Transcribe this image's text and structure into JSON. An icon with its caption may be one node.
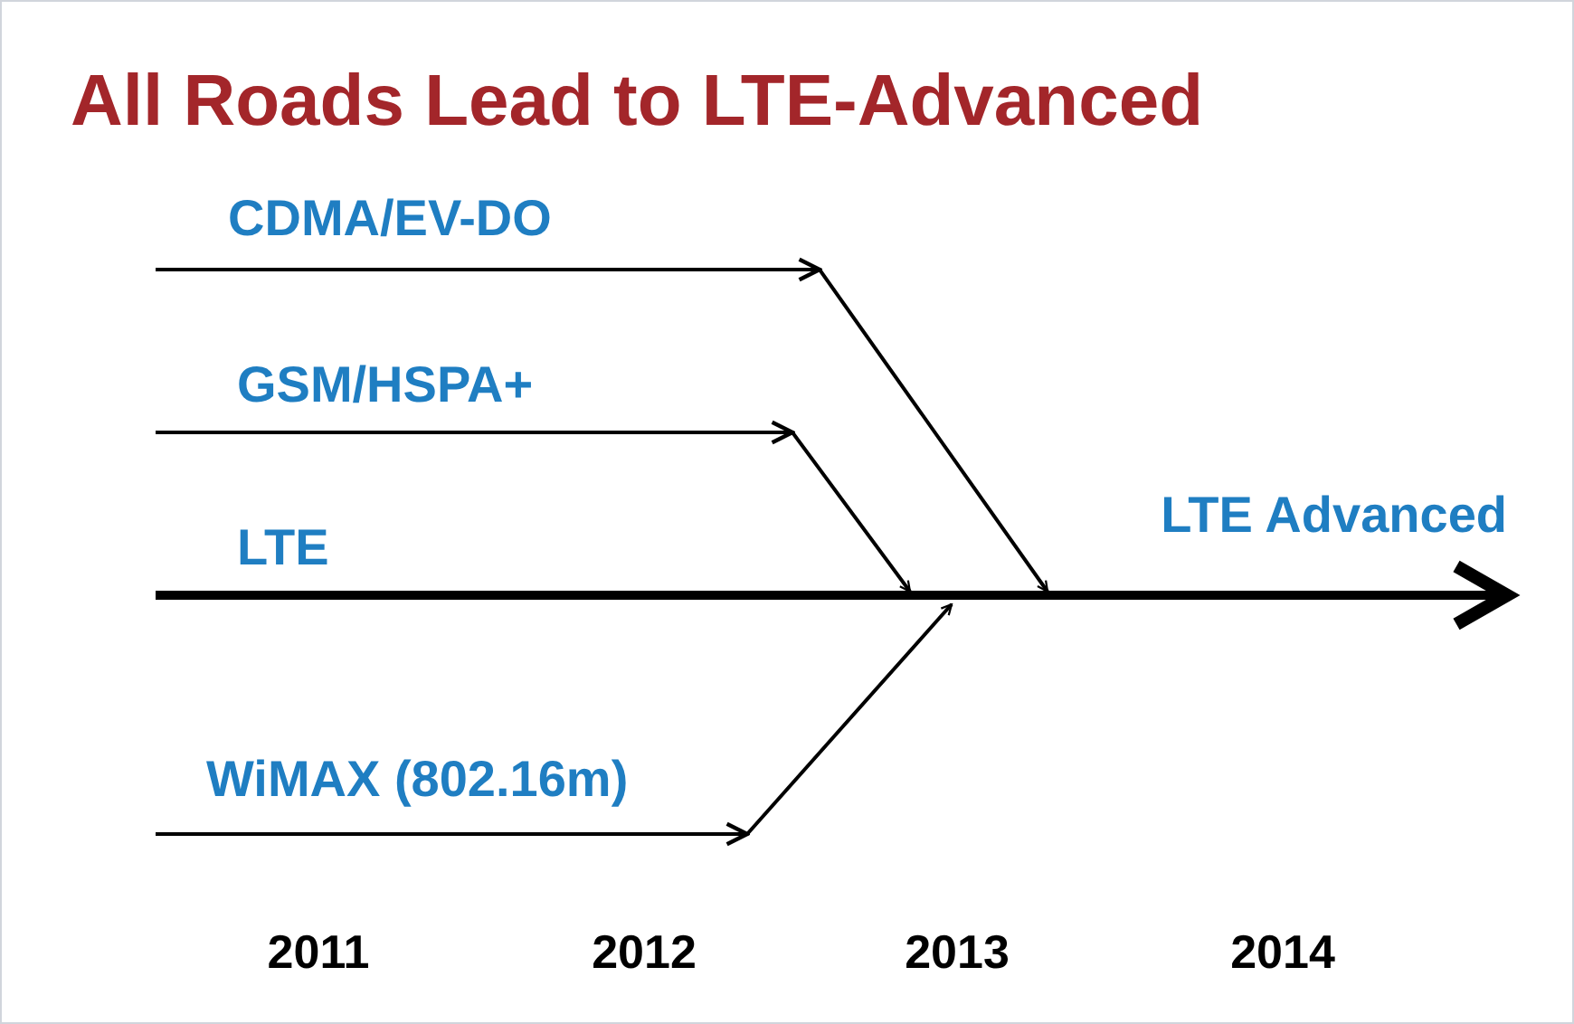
{
  "diagram": {
    "title": "All Roads Lead to LTE-Advanced",
    "nodes": [
      {
        "text": [
          "CDMA/EV-DO"
        ]
      },
      {
        "text": [
          "GSM/HSPA+"
        ]
      },
      {
        "text": [
          "LTE"
        ]
      },
      {
        "text": [
          "WiMAX (802.16m)"
        ]
      },
      {
        "text": [
          "LTE Advanced"
        ]
      }
    ],
    "edges": [
      {
        "from": 0,
        "to": null,
        "arrow": "to"
      },
      {
        "from": 1,
        "to": null,
        "arrow": "to"
      },
      {
        "from": 2,
        "to": 4,
        "arrow": "to",
        "style": "thick"
      },
      {
        "from": 3,
        "to": null,
        "arrow": "to"
      }
    ],
    "labels": [
      "2011",
      "2012",
      "2013",
      "2014"
    ]
  }
}
